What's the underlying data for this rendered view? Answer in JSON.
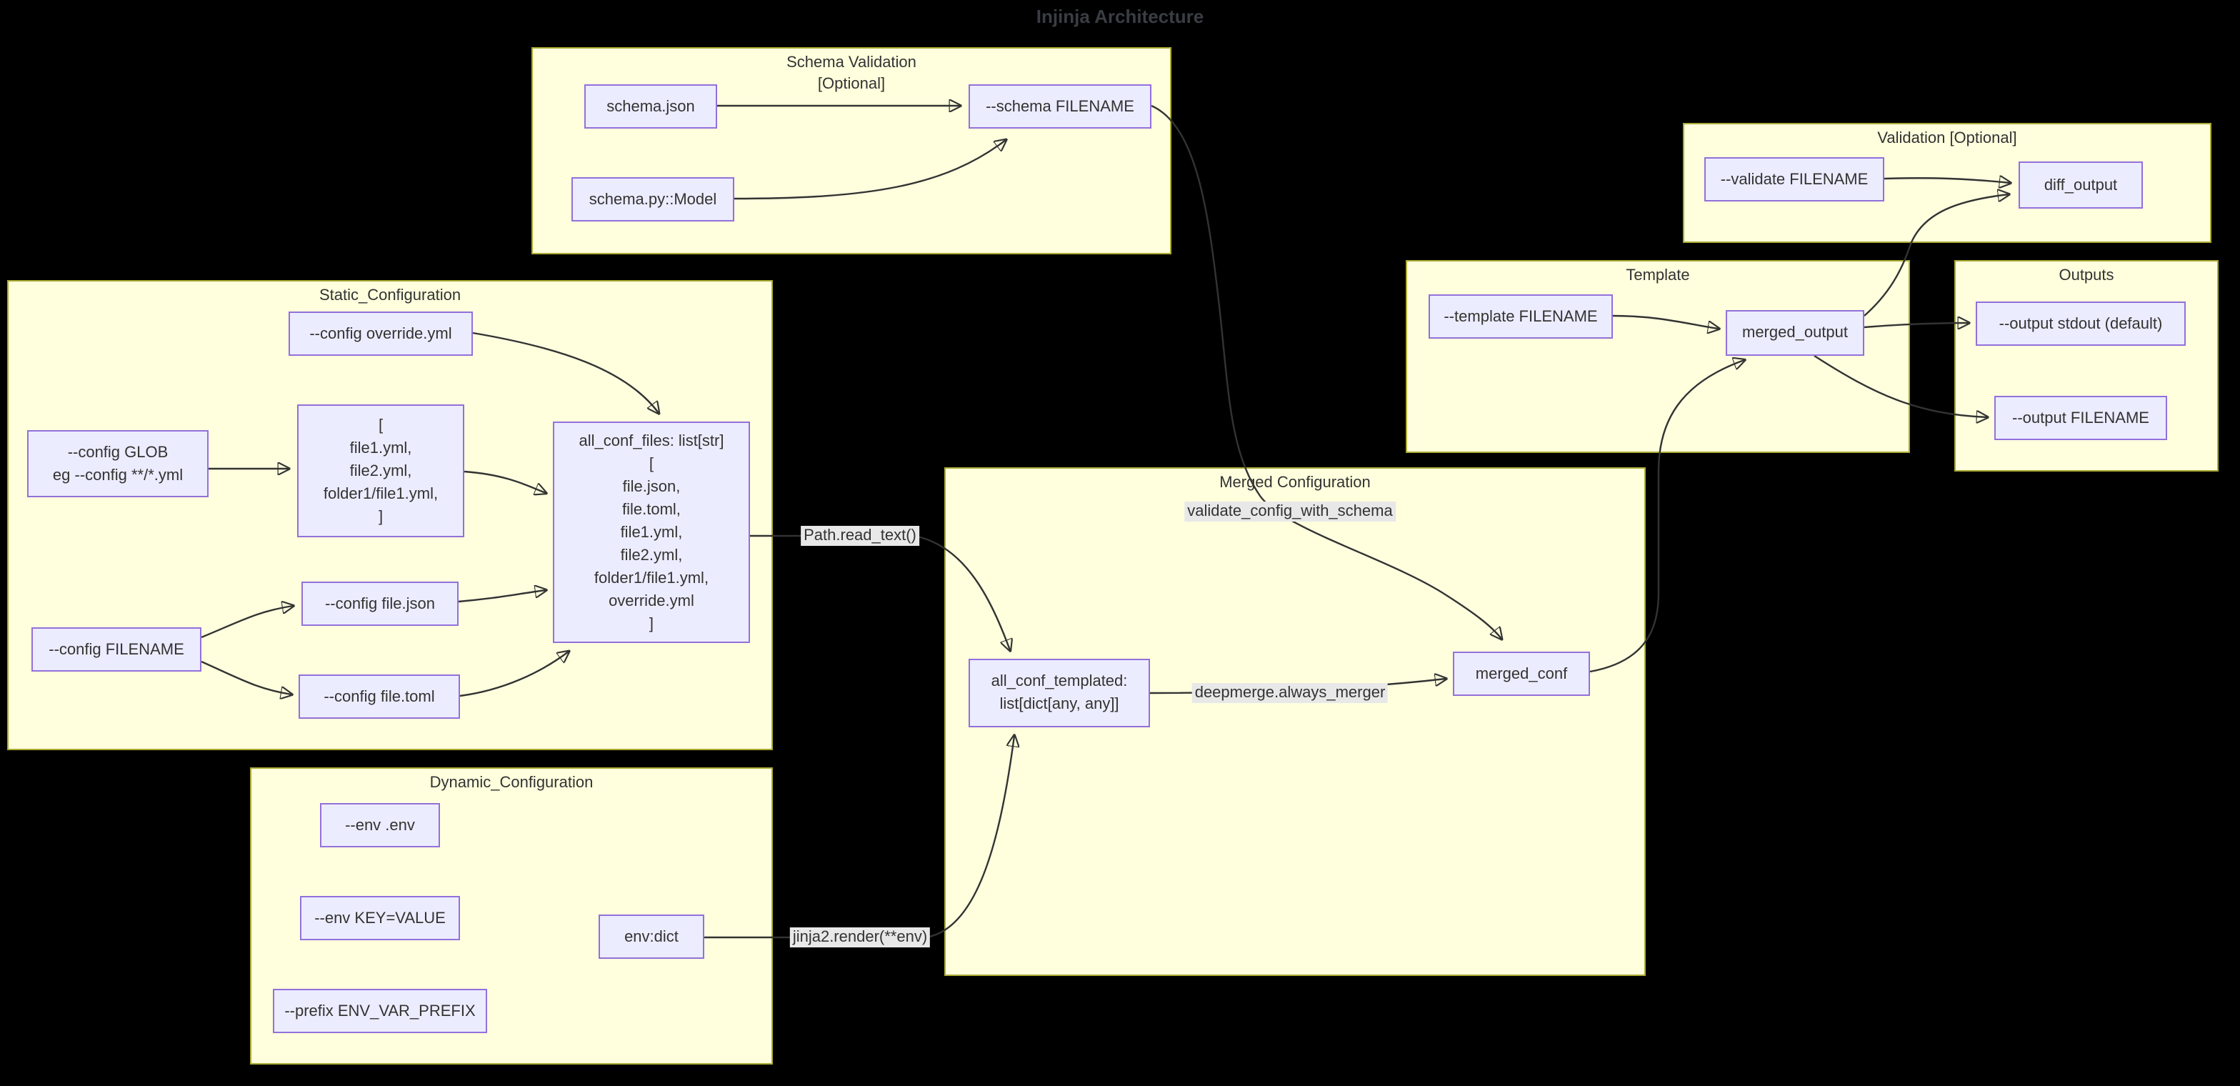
{
  "title": "Injinja Architecture",
  "colors": {
    "background": "#000000",
    "cluster_fill": "#ffffde",
    "cluster_border": "#aaaa33",
    "node_fill": "#ececff",
    "node_border": "#9370db",
    "edge": "#333333",
    "edge_label_bg": "#e8e8e8",
    "text": "#333333"
  },
  "clusters": {
    "schema_validation": {
      "label": "Schema Validation",
      "sublabel": "[Optional]"
    },
    "validation": {
      "label": "Validation [Optional]"
    },
    "static_configuration": {
      "label": "Static_Configuration"
    },
    "template": {
      "label": "Template"
    },
    "outputs": {
      "label": "Outputs"
    },
    "merged_configuration": {
      "label": "Merged Configuration"
    },
    "dynamic_configuration": {
      "label": "Dynamic_Configuration"
    }
  },
  "nodes": {
    "schema_json": {
      "label": "schema.json"
    },
    "schema_flag": {
      "label": "--schema FILENAME"
    },
    "schema_py_model": {
      "label": "schema.py::Model"
    },
    "validate_flag": {
      "label": "--validate FILENAME"
    },
    "diff_output": {
      "label": "diff_output"
    },
    "config_override": {
      "label": "--config override.yml"
    },
    "config_glob": {
      "lines": [
        "--config GLOB",
        "eg --config **/*.yml"
      ]
    },
    "glob_file_list": {
      "lines": [
        "[",
        "file1.yml,",
        "file2.yml,",
        "folder1/file1.yml,",
        "]"
      ]
    },
    "all_conf_files": {
      "lines": [
        "all_conf_files: list[str]",
        "[",
        "file.json,",
        "file.toml,",
        "file1.yml,",
        "file2.yml,",
        "folder1/file1.yml,",
        "override.yml",
        "]"
      ]
    },
    "config_filename": {
      "label": "--config FILENAME"
    },
    "config_file_json": {
      "label": "--config file.json"
    },
    "config_file_toml": {
      "label": "--config file.toml"
    },
    "template_flag": {
      "label": "--template FILENAME"
    },
    "merged_output": {
      "label": "merged_output"
    },
    "output_stdout": {
      "label": "--output stdout (default)"
    },
    "output_filename": {
      "label": "--output FILENAME"
    },
    "all_conf_templated": {
      "lines": [
        "all_conf_templated:",
        "list[dict[any, any]]"
      ]
    },
    "merged_conf": {
      "label": "merged_conf"
    },
    "env_dotenv": {
      "label": "--env .env"
    },
    "env_keyvalue": {
      "label": "--env KEY=VALUE"
    },
    "env_prefix": {
      "label": "--prefix ENV_VAR_PREFIX"
    },
    "env_dict": {
      "label": "env:dict"
    }
  },
  "edge_labels": {
    "path_read_text": "Path.read_text()",
    "jinja2_render": "jinja2.render(**env)",
    "deepmerge": "deepmerge.always_merger",
    "validate_config_with_schema": "validate_config_with_schema"
  }
}
